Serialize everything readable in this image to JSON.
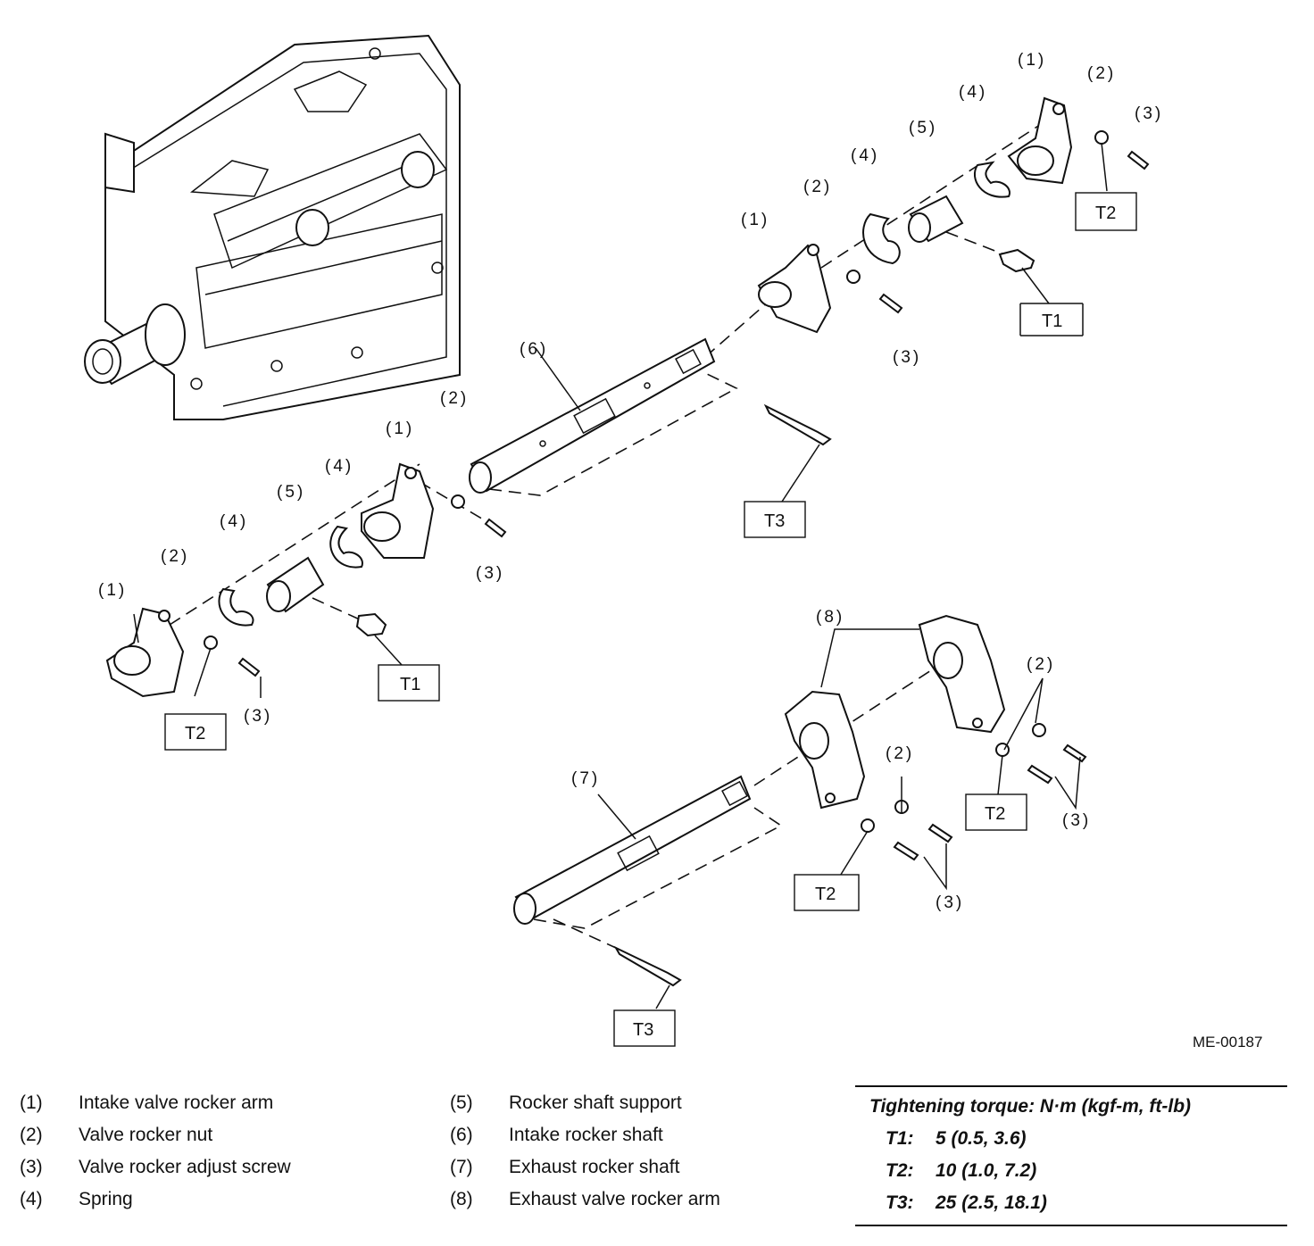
{
  "diagram": {
    "callouts": [
      "(1)",
      "(2)",
      "(3)",
      "(4)",
      "(5)",
      "(6)",
      "(7)",
      "(8)"
    ],
    "torque_tags": [
      "T1",
      "T2",
      "T3"
    ],
    "reference_code": "ME-00187"
  },
  "legend": {
    "left": [
      {
        "num": "(1)",
        "label": "Intake valve rocker arm"
      },
      {
        "num": "(2)",
        "label": "Valve rocker nut"
      },
      {
        "num": "(3)",
        "label": "Valve rocker adjust screw"
      },
      {
        "num": "(4)",
        "label": "Spring"
      }
    ],
    "right": [
      {
        "num": "(5)",
        "label": "Rocker shaft support"
      },
      {
        "num": "(6)",
        "label": "Intake rocker shaft"
      },
      {
        "num": "(7)",
        "label": "Exhaust rocker shaft"
      },
      {
        "num": "(8)",
        "label": "Exhaust valve rocker arm"
      }
    ]
  },
  "torque": {
    "title": "Tightening torque: N·m (kgf-m, ft-lb)",
    "rows": [
      {
        "key": "T1:",
        "value": "5 (0.5, 3.6)"
      },
      {
        "key": "T2:",
        "value": "10 (1.0, 7.2)"
      },
      {
        "key": "T3:",
        "value": "25 (2.5, 18.1)"
      }
    ]
  }
}
